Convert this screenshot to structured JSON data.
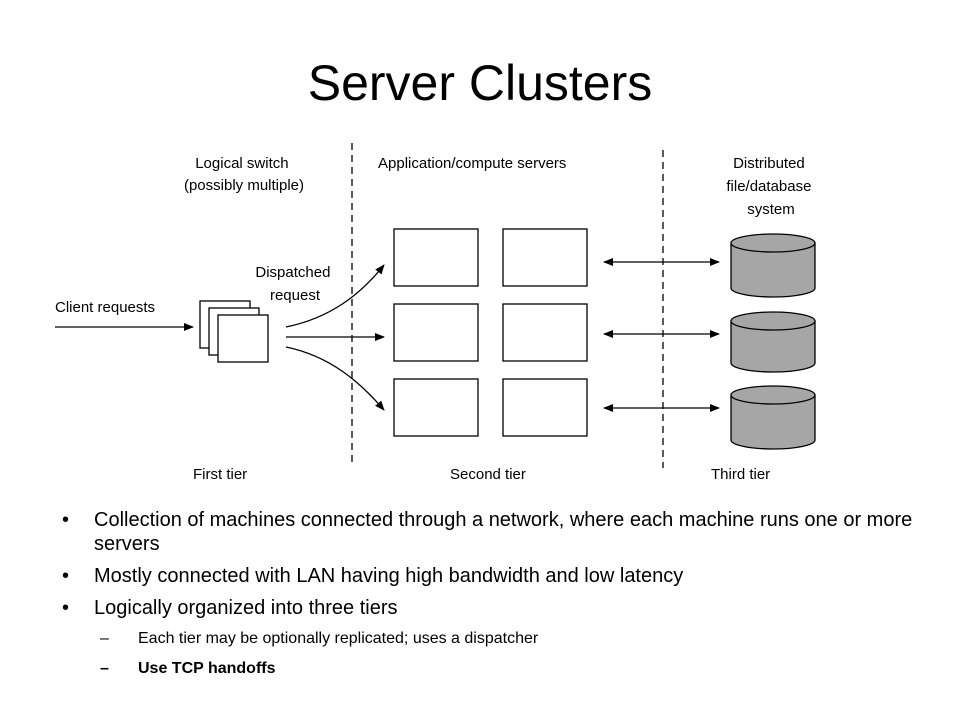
{
  "slide": {
    "title": "Server Clusters"
  },
  "diagram": {
    "labels": {
      "logical_switch": [
        "Logical switch",
        "(possibly multiple)"
      ],
      "app_servers": "Application/compute servers",
      "distributed_fs": [
        "Distributed",
        "file/database",
        "system"
      ],
      "dispatched_request": [
        "Dispatched",
        "request"
      ],
      "client_requests": "Client requests",
      "first_tier": "First tier",
      "second_tier": "Second tier",
      "third_tier": "Third tier"
    },
    "colors": {
      "line": "#000000",
      "database_fill": "#a6a6a6",
      "box_fill": "#ffffff"
    }
  },
  "bullets": [
    {
      "text": "Collection of machines connected through a network, where each machine runs one or more servers"
    },
    {
      "text": "Mostly connected with LAN having high bandwidth and low latency"
    },
    {
      "text": "Logically organized into three tiers",
      "sub": [
        {
          "text": "Each tier may be optionally replicated; uses a dispatcher",
          "bold": false
        },
        {
          "text": "Use TCP handoffs",
          "bold": true
        }
      ]
    }
  ],
  "glyphs": {
    "bullet": "•",
    "dash": "–"
  }
}
